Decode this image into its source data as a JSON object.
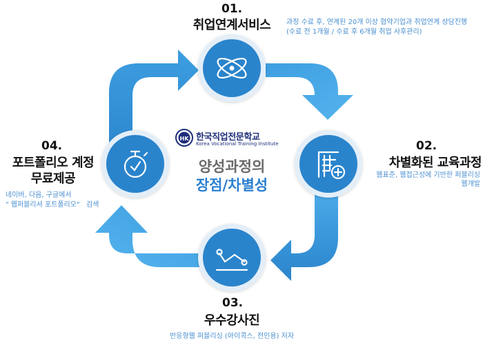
{
  "center": {
    "logo_mark": "HK",
    "school_name": "한국직업전문학교",
    "school_name_en": "Korea Vocational Training Institute",
    "headline_1": "양성과정의",
    "headline_2": "장점/차별성"
  },
  "steps": [
    {
      "number": "01.",
      "title": "취업연계서비스",
      "desc": [
        "과정 수료 후, 연계된 20개 이상 협약기업과 취업연계 상담진행",
        "(수료 전 1개월 / 수료 후 6개월 취업 사후관리)"
      ],
      "icon": "atom-icon"
    },
    {
      "number": "02.",
      "title": "차별화된 교육과정",
      "desc": [
        "웹표준, 웹접근성에 기반한 퍼블리싱",
        "웹개발"
      ],
      "icon": "document-plus-icon"
    },
    {
      "number": "03.",
      "title": "우수강사진",
      "desc": [
        "반응형웹 퍼블리싱 (아이콕스, 전인용) 저자"
      ],
      "icon": "line-chart-icon"
    },
    {
      "number": "04.",
      "title_lines": [
        "포트폴리오 계정",
        "무료제공"
      ],
      "desc": [
        "네이버, 다음, 구글에서",
        "\" 웹퍼블리셔 포트폴리오\"   검색"
      ],
      "icon": "stopwatch-icon"
    }
  ],
  "colors": {
    "blue_dark": "#2a84cc",
    "blue_mid": "#3d9ee0",
    "blue_light": "#55b4ee",
    "circle_border": "#e3eef8",
    "headline_gray": "#6a6a6a",
    "headline_blue": "#2a7fd0",
    "desc_blue": "#4a8fd0"
  }
}
